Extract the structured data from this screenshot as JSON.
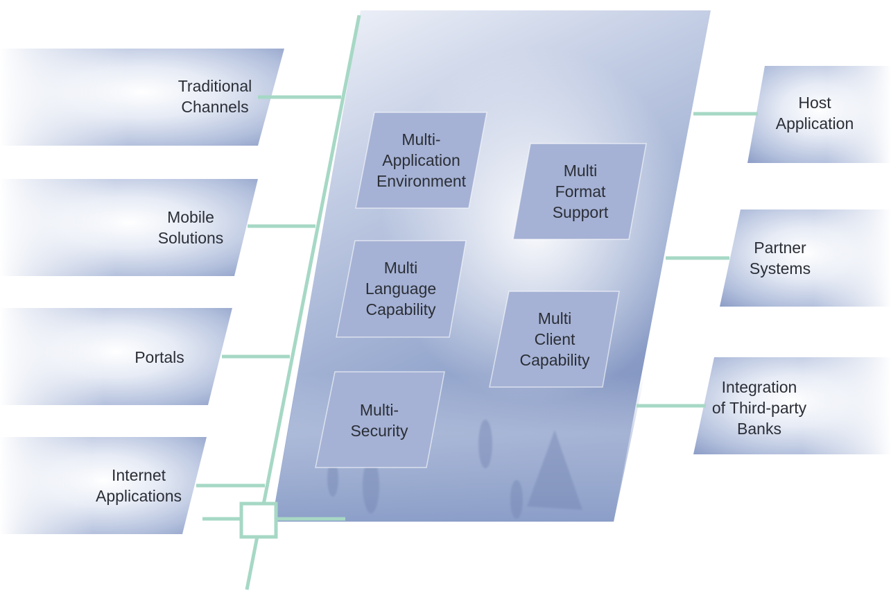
{
  "left_panels": [
    {
      "label": "Traditional\nChannels"
    },
    {
      "label": "Mobile\nSolutions"
    },
    {
      "label": "Portals"
    },
    {
      "label": "Internet\nApplications"
    }
  ],
  "right_panels": [
    {
      "label": "Host\nApplication"
    },
    {
      "label": "Partner\nSystems"
    },
    {
      "label": "Integration\nof Third-party\nBanks"
    }
  ],
  "center_boxes": [
    {
      "label": "Multi-\nApplication\nEnvironment"
    },
    {
      "label": "Multi\nFormat\nSupport"
    },
    {
      "label": "Multi\nLanguage\nCapability"
    },
    {
      "label": "Multi\nClient\nCapability"
    },
    {
      "label": "Multi-\nSecurity"
    }
  ],
  "colors": {
    "connector": "#a6d8c5",
    "panel_light": "#f4f6fb",
    "panel_dark": "#8b9dc6",
    "text": "#2b2e36"
  }
}
